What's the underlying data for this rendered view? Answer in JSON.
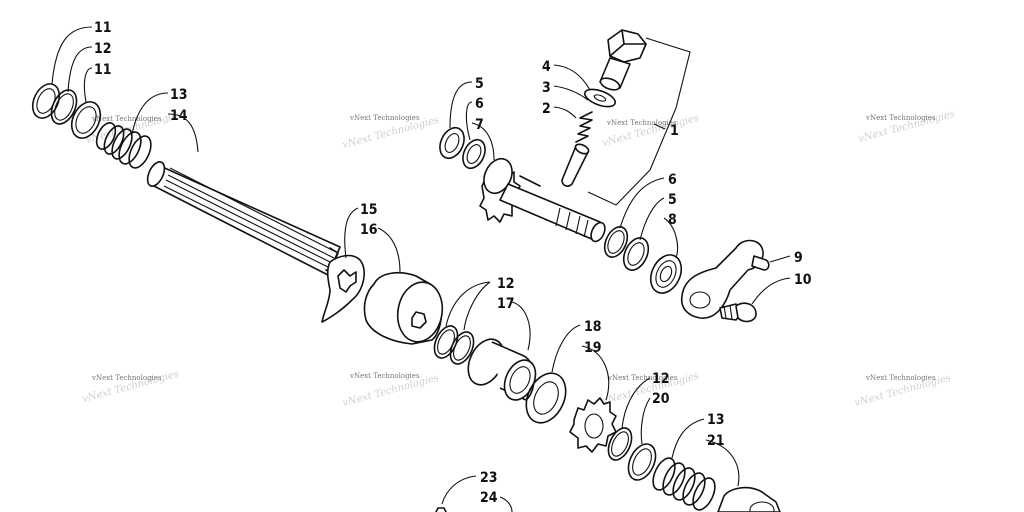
{
  "watermark": "vNext Technologies",
  "callouts": [
    {
      "id": "c11a",
      "label": "11"
    },
    {
      "id": "c12a",
      "label": "12"
    },
    {
      "id": "c11b",
      "label": "11"
    },
    {
      "id": "c13a",
      "label": "13"
    },
    {
      "id": "c14",
      "label": "14"
    },
    {
      "id": "c15",
      "label": "15"
    },
    {
      "id": "c16",
      "label": "16"
    },
    {
      "id": "c5a",
      "label": "5"
    },
    {
      "id": "c6a",
      "label": "6"
    },
    {
      "id": "c7",
      "label": "7"
    },
    {
      "id": "c4",
      "label": "4"
    },
    {
      "id": "c3",
      "label": "3"
    },
    {
      "id": "c2",
      "label": "2"
    },
    {
      "id": "c1",
      "label": "1"
    },
    {
      "id": "c6b",
      "label": "6"
    },
    {
      "id": "c5b",
      "label": "5"
    },
    {
      "id": "c8",
      "label": "8"
    },
    {
      "id": "c9",
      "label": "9"
    },
    {
      "id": "c10",
      "label": "10"
    },
    {
      "id": "c12b",
      "label": "12"
    },
    {
      "id": "c17",
      "label": "17"
    },
    {
      "id": "c18",
      "label": "18"
    },
    {
      "id": "c19",
      "label": "19"
    },
    {
      "id": "c12c",
      "label": "12"
    },
    {
      "id": "c20",
      "label": "20"
    },
    {
      "id": "c13b",
      "label": "13"
    },
    {
      "id": "c21",
      "label": "21"
    },
    {
      "id": "c23",
      "label": "23"
    },
    {
      "id": "c24",
      "label": "24"
    }
  ]
}
